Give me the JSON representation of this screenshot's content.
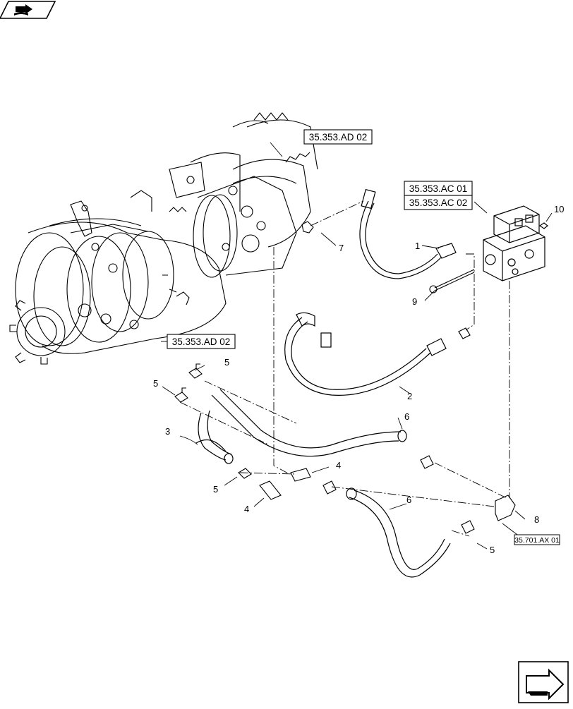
{
  "nav": {
    "top_icon": "book-arrow-icon",
    "bottom_icon": "next-page-arrow-icon"
  },
  "references": {
    "ad02_top": "35.353.AD 02",
    "ad02_left": "35.353.AD 02",
    "ac01": "35.353.AC 01",
    "ac02": "35.353.AC 02",
    "ax01": "35.701.AX 01"
  },
  "callouts": {
    "c1": "1",
    "c2": "2",
    "c3": "3",
    "c4a": "4",
    "c4b": "4",
    "c5a": "5",
    "c5b": "5",
    "c5c": "5",
    "c5d": "5",
    "c6a": "6",
    "c6b": "6",
    "c7": "7",
    "c8": "8",
    "c9": "9",
    "c10": "10"
  }
}
